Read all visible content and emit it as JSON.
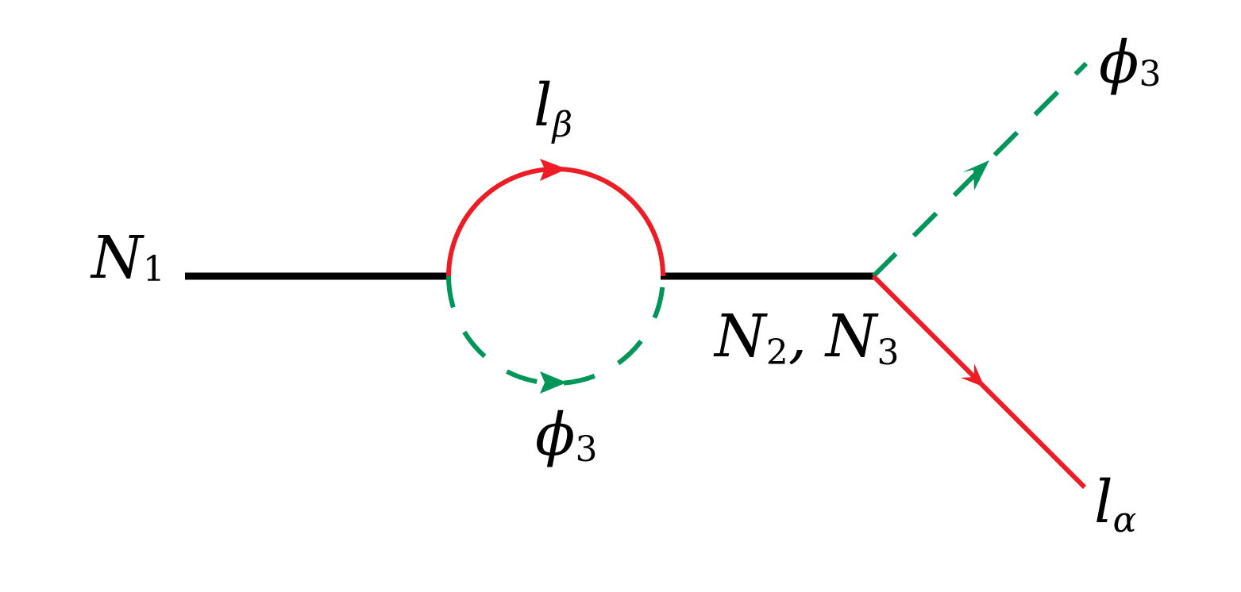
{
  "labels": {
    "incoming": {
      "base": "N",
      "sub": "1"
    },
    "loop_top": {
      "base": "l",
      "sub": "β"
    },
    "loop_bottom": {
      "base": "ϕ",
      "sub": "3"
    },
    "propagator": {
      "text": "N",
      "sub1": "2",
      "sep": ", N",
      "sub2": "3"
    },
    "out_scalar": {
      "base": "ϕ",
      "sub": "3"
    },
    "out_lepton": {
      "base": "l",
      "sub": "α"
    }
  },
  "colors": {
    "fermion_line": "#000000",
    "lepton_line": "#ee1c25",
    "scalar_line": "#00965a"
  }
}
